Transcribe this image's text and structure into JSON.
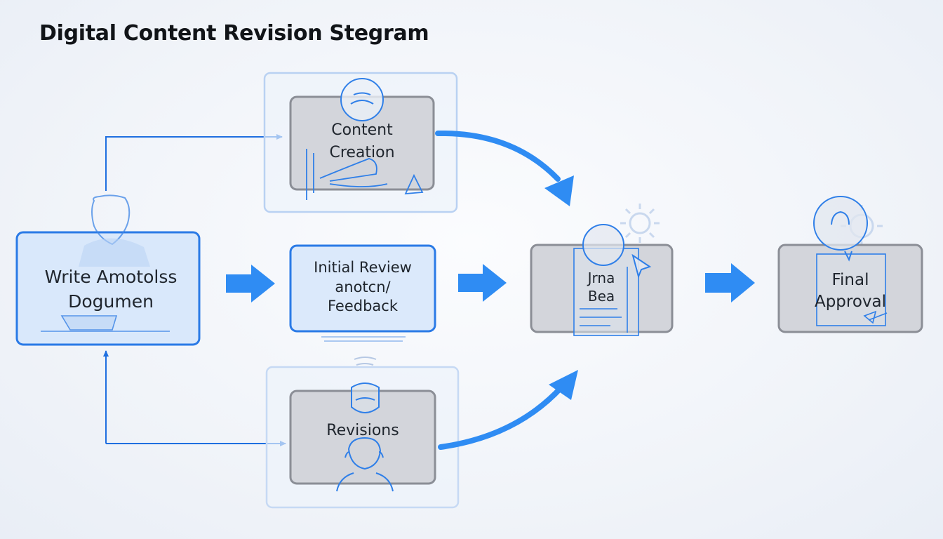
{
  "diagram": {
    "title": "Digital Content Revision Stegram",
    "nodes": {
      "write": {
        "lines": [
          "Write Amotolss",
          "Dogumen"
        ]
      },
      "content_creation": {
        "lines": [
          "Content",
          "Creation"
        ]
      },
      "initial_review": {
        "lines": [
          "Initial Review",
          "anotcn/",
          "Feedback"
        ]
      },
      "beta": {
        "lines": [
          "Jrna",
          "Bea"
        ]
      },
      "final_approval": {
        "lines": [
          "Final",
          "Approval"
        ]
      },
      "revisions": {
        "lines": [
          "Revisions"
        ]
      }
    },
    "connections": [
      {
        "from": "write",
        "to": "content_creation"
      },
      {
        "from": "write",
        "to": "initial_review"
      },
      {
        "from": "write",
        "to": "revisions"
      },
      {
        "from": "content_creation",
        "to": "beta"
      },
      {
        "from": "initial_review",
        "to": "beta"
      },
      {
        "from": "revisions",
        "to": "beta"
      },
      {
        "from": "beta",
        "to": "final_approval"
      }
    ],
    "colors": {
      "accent_blue": "#2f8cf3",
      "line_blue": "#1f6fe0",
      "box_fill_gray": "#d3d5db",
      "box_stroke_gray": "#8b8e96",
      "box_fill_blue": "#dbe9fb",
      "box_stroke_blue": "#2a7ae6"
    }
  }
}
